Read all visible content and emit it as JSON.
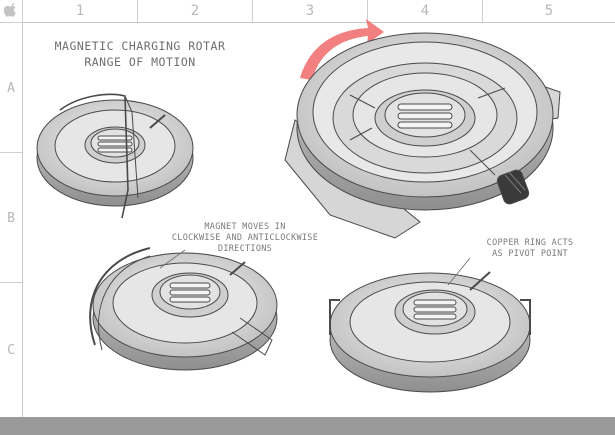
{
  "grid": {
    "columns": [
      "1",
      "2",
      "3",
      "4",
      "5"
    ],
    "rows": [
      "A",
      "B",
      "C"
    ]
  },
  "heading": {
    "line1": "MAGNETIC CHARGING ROTAR",
    "line2": "RANGE OF MOTION"
  },
  "annotations": {
    "magnet": [
      "MAGNET MOVES IN",
      "CLOCKWISE AND ANTICLOCKWISE",
      "DIRECTIONS"
    ],
    "copper": [
      "COPPER RING ACTS",
      "AS PIVOT POINT"
    ]
  },
  "colors": {
    "arrow": "#f06a6a",
    "line": "#4a4a4a",
    "body": "#dcdcdc",
    "shadow": "#bdbdbd"
  }
}
